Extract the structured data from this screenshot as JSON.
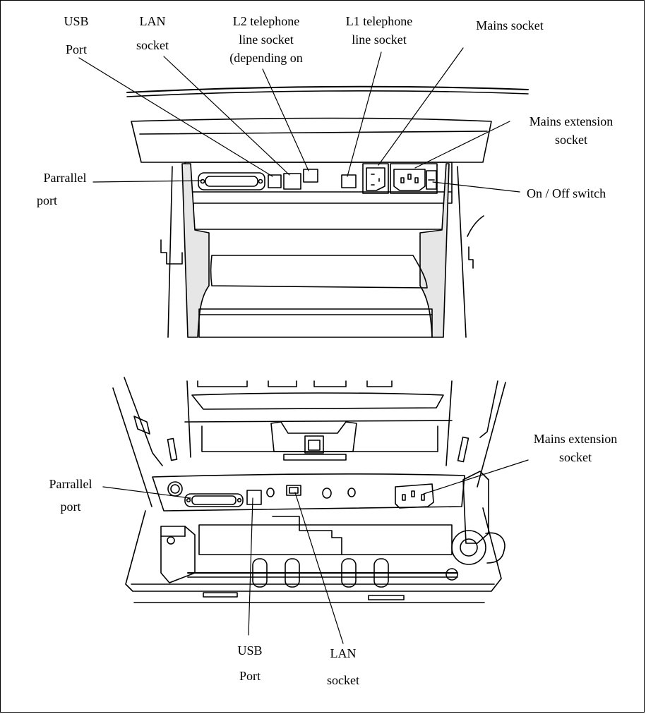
{
  "top": {
    "usb_port": {
      "line1": "USB",
      "line2": "Port"
    },
    "lan_socket": {
      "line1": "LAN",
      "line2": "socket"
    },
    "l2_socket": {
      "line1": "L2 telephone",
      "line2": "line socket",
      "line3": "(depending on"
    },
    "l1_socket": {
      "line1": "L1 telephone",
      "line2": "line socket"
    },
    "mains_socket": {
      "line1": "Mains socket"
    },
    "mains_extension": {
      "line1": "Mains extension",
      "line2": "socket"
    },
    "on_off_switch": {
      "line1": "On / Off switch"
    },
    "parallel_port": {
      "line1": "Parrallel",
      "line2": "port"
    }
  },
  "bottom": {
    "mains_extension": {
      "line1": "Mains extension",
      "line2": "socket"
    },
    "parallel_port": {
      "line1": "Parrallel",
      "line2": "port"
    },
    "usb_port": {
      "line1": "USB",
      "line2": "Port"
    },
    "lan_socket": {
      "line1": "LAN",
      "line2": "socket"
    }
  },
  "colors": {
    "line": "#000000",
    "shade": "#e6e6e6",
    "background": "#ffffff"
  }
}
